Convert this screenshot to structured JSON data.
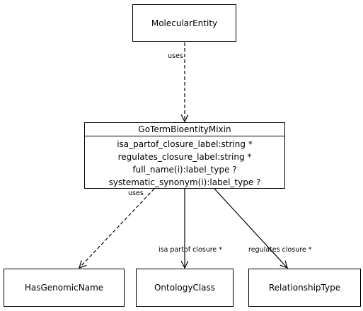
{
  "nodes": {
    "molecular_entity": "MolecularEntity",
    "mixin": {
      "title": "GoTermBioentityMixin",
      "attributes": [
        "isa_partof_closure_label:string *",
        "regulates_closure_label:string *",
        "full_name(i):label_type ?",
        "systematic_synonym(i):label_type ?"
      ]
    },
    "has_genomic_name": "HasGenomicName",
    "ontology_class": "OntologyClass",
    "relationship_type": "RelationshipType"
  },
  "edges": {
    "uses_top": "uses",
    "uses_left": "uses",
    "isa_partof_closure": "isa partof closure *",
    "regulates_closure": "regulates closure *"
  }
}
